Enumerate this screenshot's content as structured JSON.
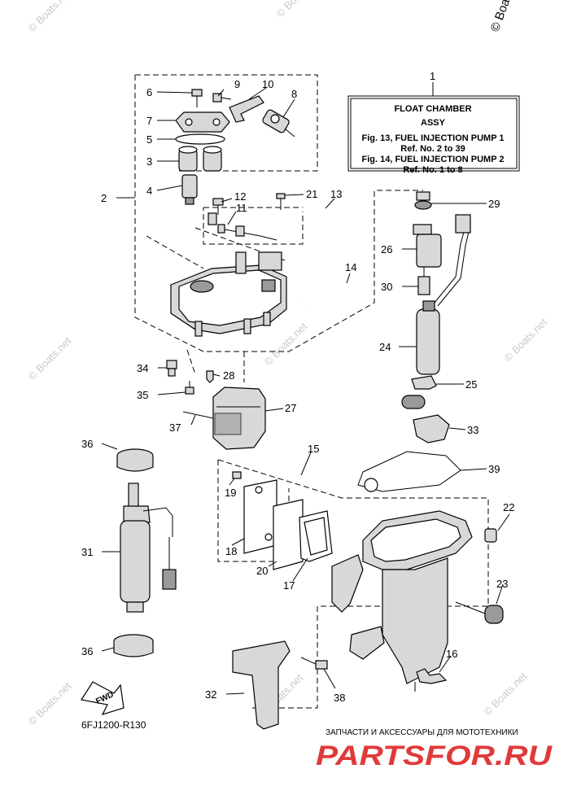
{
  "copyright": "© Boats.net",
  "watermark": "© Boats.net",
  "info_box": {
    "line1": "FLOAT CHAMBER",
    "line2": "ASSY",
    "line3": "Fig. 13, FUEL INJECTION PUMP 1",
    "line4": "Ref. No. 2 to 39",
    "line5": "Fig. 14, FUEL INJECTION PUMP 2",
    "line6": "Ref. No. 1 to 8"
  },
  "callouts": {
    "c1": "1",
    "c2": "2",
    "c3": "3",
    "c4": "4",
    "c5": "5",
    "c6": "6",
    "c7": "7",
    "c8": "8",
    "c9": "9",
    "c10": "10",
    "c11": "11",
    "c12": "12",
    "c13": "13",
    "c14": "14",
    "c15": "15",
    "c16": "16",
    "c17": "17",
    "c18": "18",
    "c19": "19",
    "c20": "20",
    "c21": "21",
    "c22": "22",
    "c23": "23",
    "c24": "24",
    "c25": "25",
    "c26": "26",
    "c27": "27",
    "c28": "28",
    "c29": "29",
    "c30": "30",
    "c31": "31",
    "c32": "32",
    "c33": "33",
    "c34": "34",
    "c35": "35",
    "c36a": "36",
    "c36b": "36",
    "c37": "37",
    "c38": "38",
    "c39": "39"
  },
  "fwd_label": "FWD",
  "diagram_code": "6FJ1200-R130",
  "footer": {
    "tagline": "ЗАПЧАСТИ И АКСЕССУАРЫ ДЛЯ МОТОТЕХНИКИ",
    "logo": "PARTSFOR.RU",
    "logo_color": "#e03a3a"
  }
}
